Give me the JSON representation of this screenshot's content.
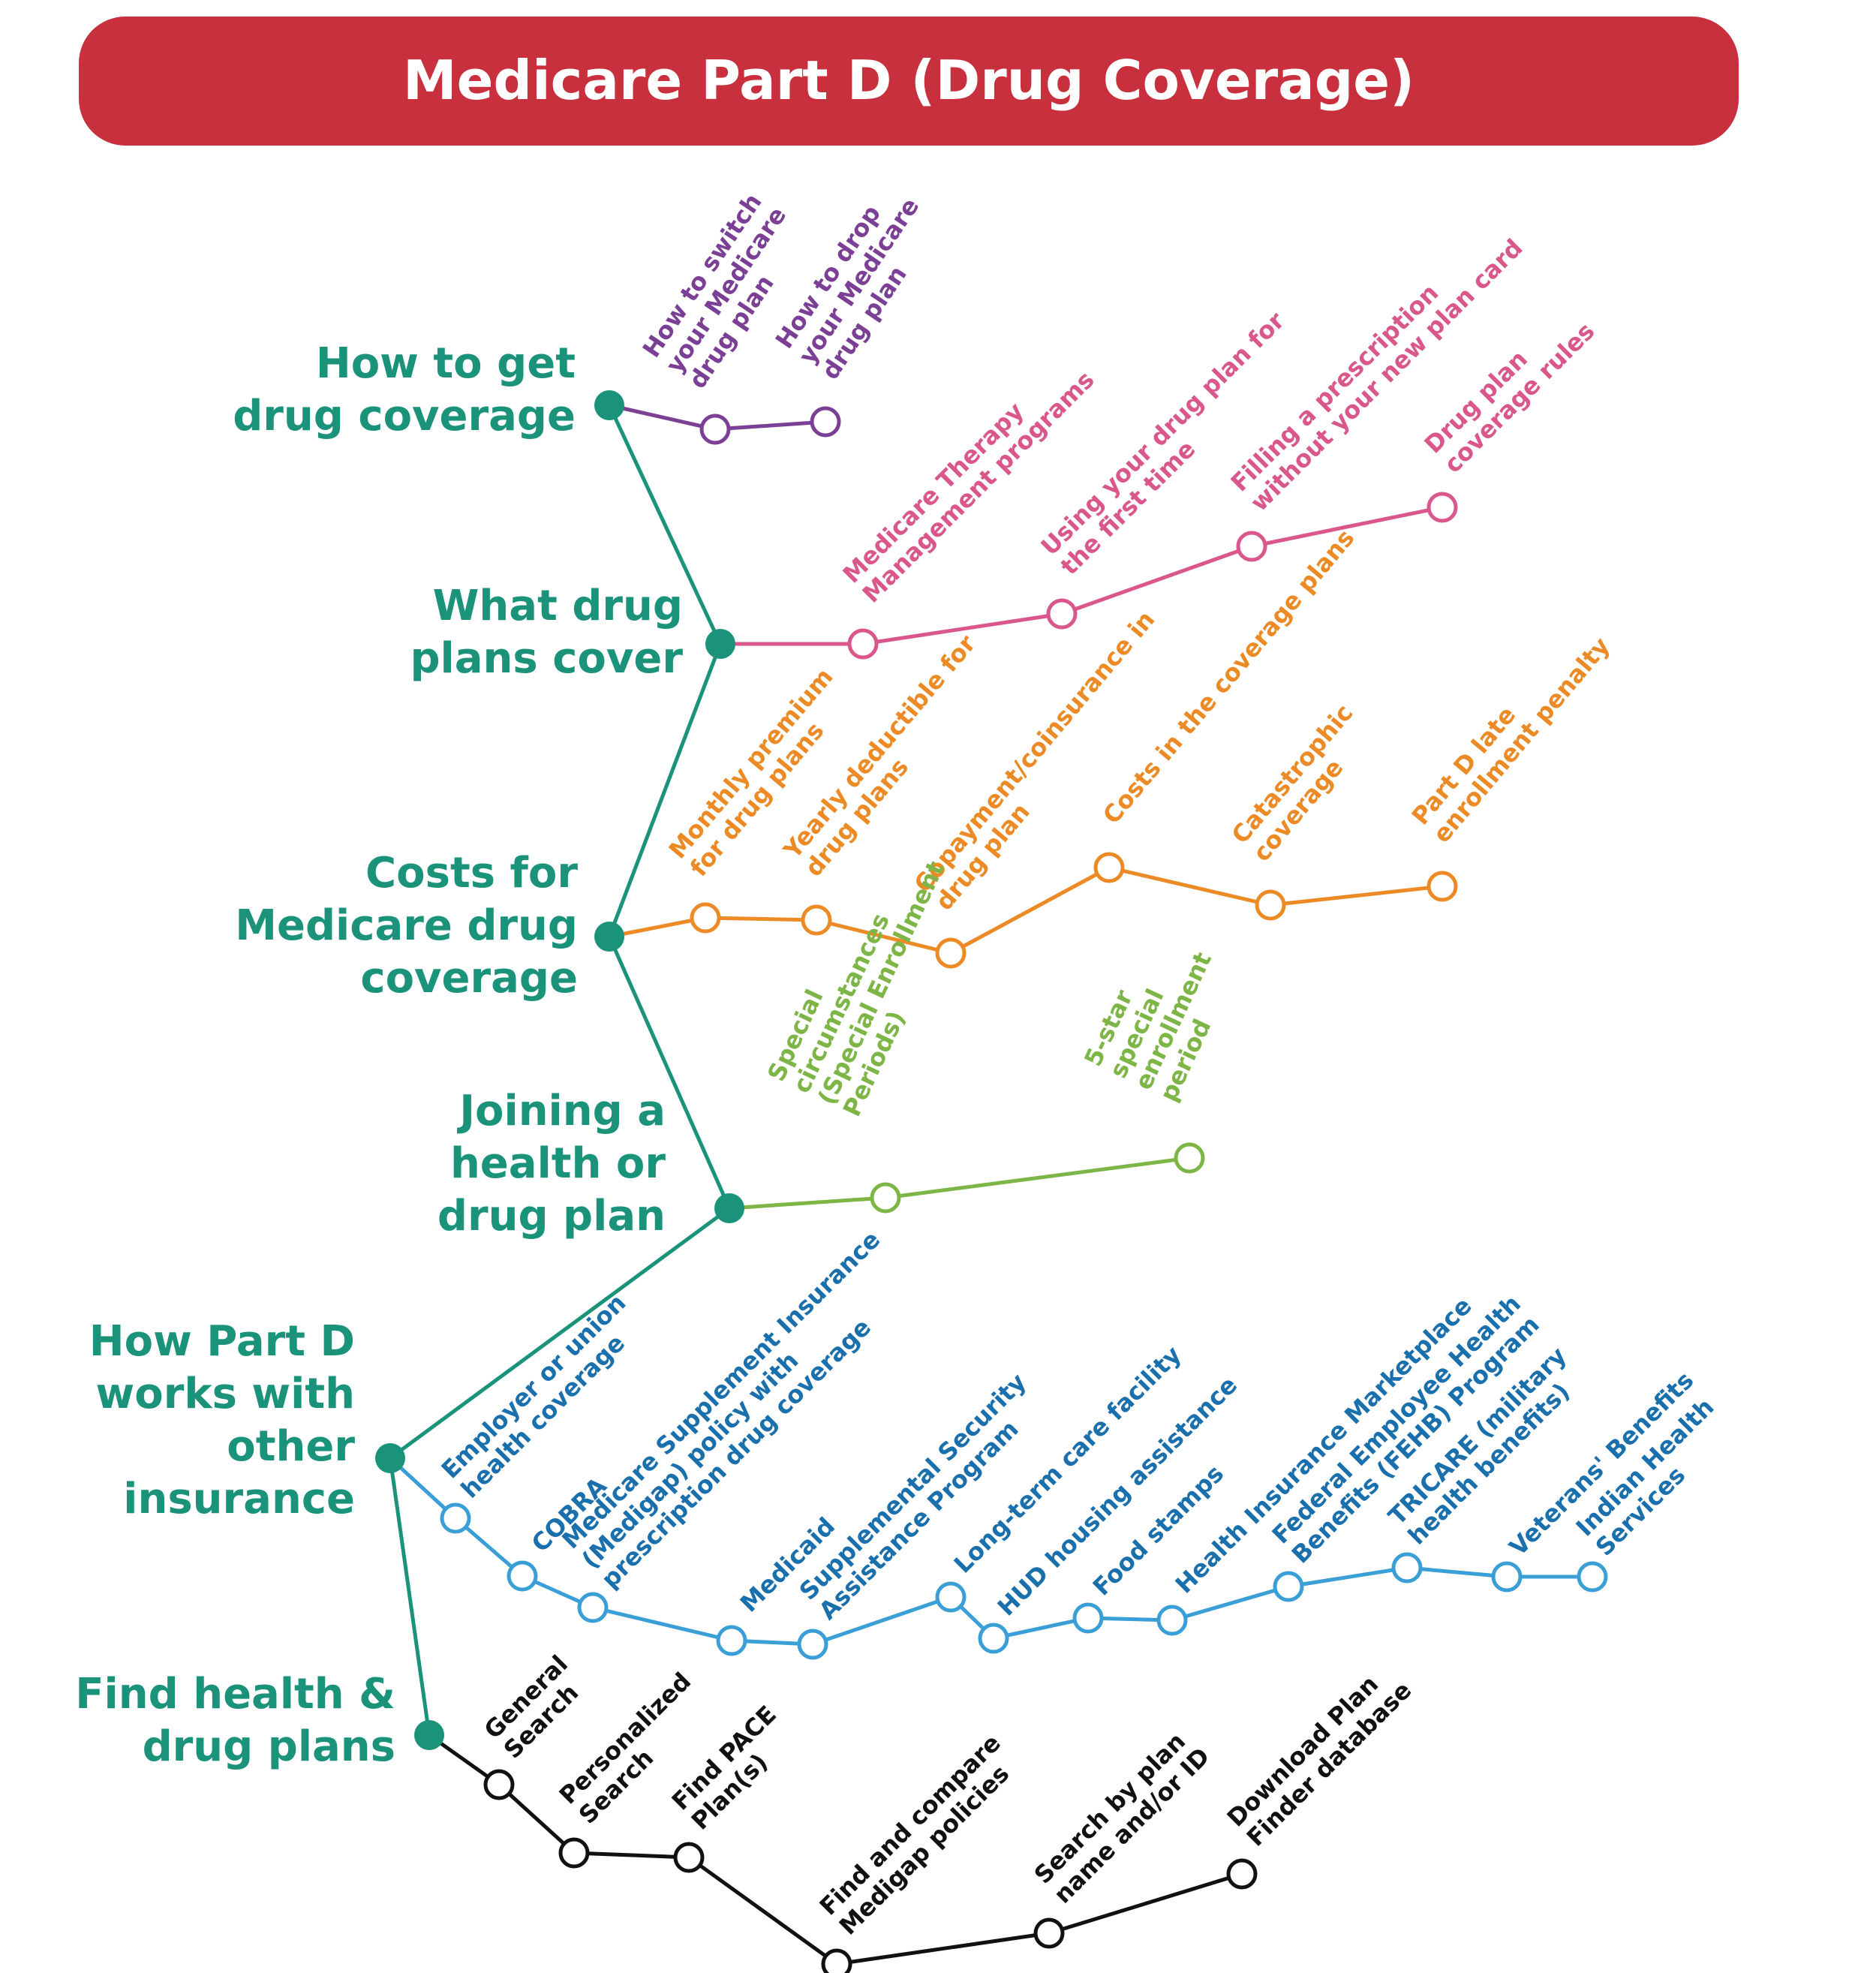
{
  "title": "Medicare Part D (Drug Coverage)",
  "colors": {
    "header": "#c8303d",
    "header_text": "#ffffff",
    "trunk": "#1a937a",
    "get_coverage": "#7b3f95",
    "plans_cover": "#d9578a",
    "costs": "#ec8b26",
    "joining": "#7db546",
    "other_insurance": "#3a9fd6",
    "other_insurance_text": "#1a6fad",
    "find_plans": "#111111"
  },
  "branches": [
    {
      "id": "get",
      "label": [
        "How to get",
        "drug coverage"
      ],
      "color": "get_coverage",
      "leaves": [
        {
          "label": [
            "How to switch",
            "your Medicare",
            "drug plan"
          ]
        },
        {
          "label": [
            "How to drop",
            "your Medicare",
            "drug plan"
          ]
        }
      ]
    },
    {
      "id": "cover",
      "label": [
        "What drug",
        "plans cover"
      ],
      "color": "plans_cover",
      "leaves": [
        {
          "label": [
            "Medicare Therapy",
            "Management programs"
          ]
        },
        {
          "label": [
            "Using your drug plan for",
            "the first time"
          ]
        },
        {
          "label": [
            "Filling a prescription",
            "without your new plan card"
          ]
        },
        {
          "label": [
            "Drug plan",
            "coverage rules"
          ]
        }
      ]
    },
    {
      "id": "costs",
      "label": [
        "Costs for",
        "Medicare drug",
        "coverage"
      ],
      "color": "costs",
      "leaves": [
        {
          "label": [
            "Monthly premium",
            "for drug plans"
          ]
        },
        {
          "label": [
            "Yearly deductible for",
            "drug plans"
          ]
        },
        {
          "label": [
            "Copayment/coinsurance in",
            "drug plan"
          ]
        },
        {
          "label": [
            "Costs in the coverage plans"
          ]
        },
        {
          "label": [
            "Catastrophic",
            "coverage"
          ]
        },
        {
          "label": [
            "Part D late",
            "enrollment penalty"
          ]
        }
      ]
    },
    {
      "id": "join",
      "label": [
        "Joining a",
        "health or",
        "drug plan"
      ],
      "color": "joining",
      "leaves": [
        {
          "label": [
            "Special",
            "circumstances",
            "(Special Enrollment",
            "Periods)"
          ]
        },
        {
          "label": [
            "5-star",
            "special",
            "enrollment",
            "period"
          ]
        }
      ]
    },
    {
      "id": "other",
      "label": [
        "How Part D",
        "works with",
        "other",
        "insurance"
      ],
      "color": "other_insurance",
      "leaves": [
        {
          "label": [
            "Employer or union",
            "health coverage"
          ]
        },
        {
          "label": [
            "COBRA"
          ]
        },
        {
          "label": [
            "Medicare Supplement Insurance",
            "(Medigap) policy with",
            "prescription drug coverage"
          ]
        },
        {
          "label": [
            "Medicaid"
          ]
        },
        {
          "label": [
            "Supplemental Security",
            "Assistance Program"
          ]
        },
        {
          "label": [
            "Long-term care facility"
          ]
        },
        {
          "label": [
            "HUD housing assistance"
          ]
        },
        {
          "label": [
            "Food stamps"
          ]
        },
        {
          "label": [
            "Health Insurance Marketplace"
          ]
        },
        {
          "label": [
            "Federal Employee Health",
            "Benefits (FEHB) Program"
          ]
        },
        {
          "label": [
            "TRICARE (military",
            "health benefits)"
          ]
        },
        {
          "label": [
            "Veterans' Benefits"
          ]
        },
        {
          "label": [
            "Indian Health",
            "Services"
          ]
        }
      ]
    },
    {
      "id": "find",
      "label": [
        "Find health &",
        "drug plans"
      ],
      "color": "find_plans",
      "leaves": [
        {
          "label": [
            "General",
            "Search"
          ]
        },
        {
          "label": [
            "Personalized",
            "Search"
          ]
        },
        {
          "label": [
            "Find PACE",
            "Plan(s)"
          ]
        },
        {
          "label": [
            "Find and compare",
            "Medigap policies"
          ]
        },
        {
          "label": [
            "Search by plan",
            "name and/or ID"
          ]
        },
        {
          "label": [
            "Download Plan",
            "Finder database"
          ]
        }
      ]
    }
  ]
}
